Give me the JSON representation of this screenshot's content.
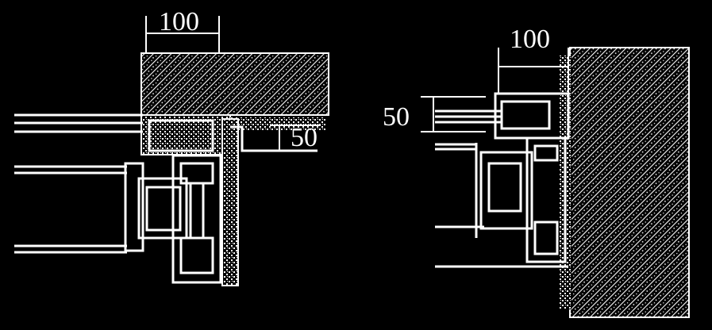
{
  "drawing": {
    "left_detail": {
      "dim_top": "100",
      "dim_side": "50"
    },
    "right_detail": {
      "dim_top": "100",
      "dim_side": "50"
    }
  },
  "colors": {
    "background": "#000000",
    "line": "#ffffff"
  }
}
